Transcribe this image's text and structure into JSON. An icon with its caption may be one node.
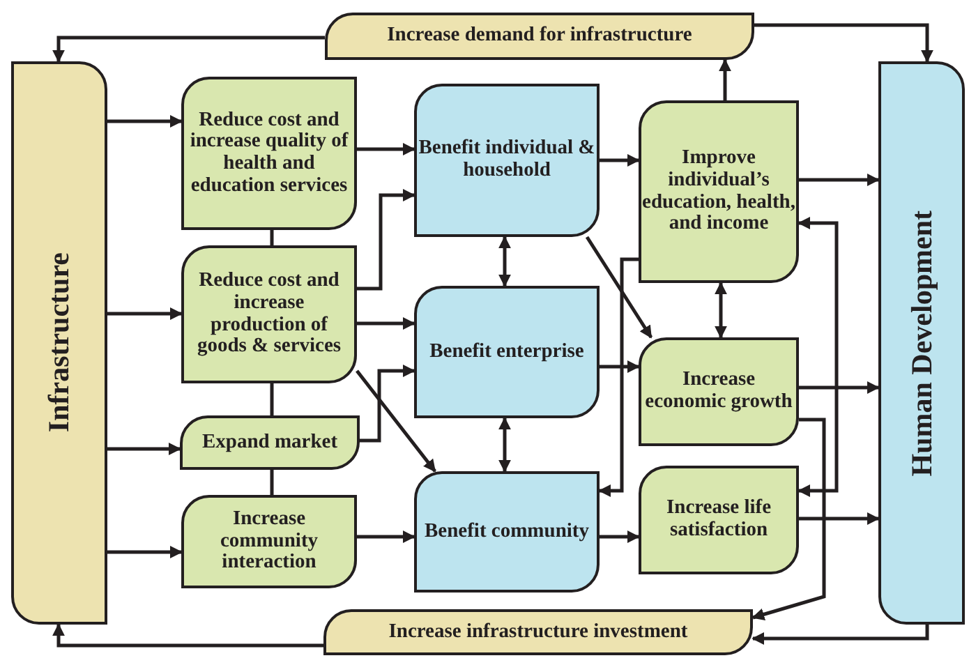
{
  "diagram": {
    "nodes": [
      {
        "text": [
          "Increase demand for infrastructure"
        ]
      },
      {
        "text": [
          "Infrastructure"
        ]
      },
      {
        "text": [
          "Reduce cost and increase quality of health and education services"
        ]
      },
      {
        "text": [
          "Reduce cost and increase production of goods & services"
        ]
      },
      {
        "text": [
          "Expand market"
        ]
      },
      {
        "text": [
          "Increase community interaction"
        ]
      },
      {
        "text": [
          "Benefit individual & household"
        ]
      },
      {
        "text": [
          "Benefit enterprise"
        ]
      },
      {
        "text": [
          "Benefit community"
        ]
      },
      {
        "text": [
          "Improve individual’s education, health, and income"
        ]
      },
      {
        "text": [
          "Increase economic growth"
        ]
      },
      {
        "text": [
          "Increase life satisfaction"
        ]
      },
      {
        "text": [
          "Human Development"
        ]
      },
      {
        "text": [
          "Increase infrastructure investment"
        ]
      }
    ],
    "edges": [
      {
        "from": 0,
        "to": 1,
        "arrow": "to"
      },
      {
        "from": 0,
        "to": 12,
        "arrow": "to"
      },
      {
        "from": 1,
        "to": 2,
        "arrow": "to"
      },
      {
        "from": 1,
        "to": 3,
        "arrow": "to"
      },
      {
        "from": 1,
        "to": 4,
        "arrow": "to"
      },
      {
        "from": 1,
        "to": 5,
        "arrow": "to"
      },
      {
        "from": 2,
        "to": 3,
        "arrow": "none"
      },
      {
        "from": 3,
        "to": 4,
        "arrow": "none"
      },
      {
        "from": 4,
        "to": 5,
        "arrow": "none"
      },
      {
        "from": 2,
        "to": 6,
        "arrow": "to"
      },
      {
        "from": 3,
        "to": 6,
        "arrow": "to"
      },
      {
        "from": 3,
        "to": 7,
        "arrow": "to"
      },
      {
        "from": 3,
        "to": 8,
        "arrow": "to"
      },
      {
        "from": 4,
        "to": 7,
        "arrow": "to"
      },
      {
        "from": 5,
        "to": 8,
        "arrow": "to"
      },
      {
        "from": 6,
        "to": 7,
        "arrow": "both"
      },
      {
        "from": 7,
        "to": 8,
        "arrow": "both"
      },
      {
        "from": 6,
        "to": 9,
        "arrow": "to"
      },
      {
        "from": 6,
        "to": 10,
        "arrow": "to"
      },
      {
        "from": 9,
        "to": 0,
        "arrow": "to"
      },
      {
        "from": 9,
        "to": 12,
        "arrow": "to"
      },
      {
        "from": 9,
        "to": 10,
        "arrow": "both"
      },
      {
        "from": 9,
        "to": 11,
        "arrow": "both"
      },
      {
        "from": 9,
        "to": 8,
        "arrow": "to"
      },
      {
        "from": 7,
        "to": 10,
        "arrow": "to"
      },
      {
        "from": 10,
        "to": 12,
        "arrow": "to"
      },
      {
        "from": 10,
        "to": 13,
        "arrow": "to"
      },
      {
        "from": 8,
        "to": 11,
        "arrow": "to"
      },
      {
        "from": 11,
        "to": 12,
        "arrow": "to"
      },
      {
        "from": 12,
        "to": 13,
        "arrow": "to"
      },
      {
        "from": 13,
        "to": 1,
        "arrow": "to"
      }
    ]
  }
}
